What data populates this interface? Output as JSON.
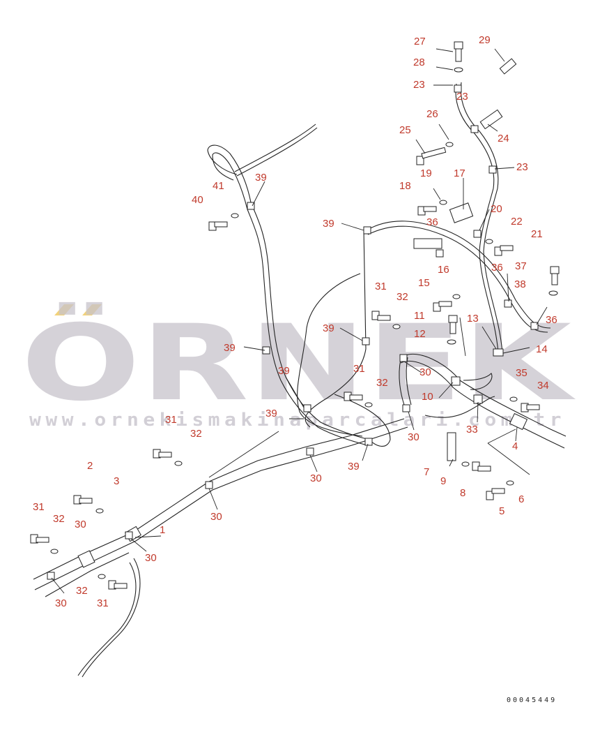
{
  "watermark": {
    "brand": "ÖRNEK",
    "url": "www.ornekismakinaparcalari.com.tr",
    "color": "#c8c4cc",
    "accent_color": "#f2d27a"
  },
  "drawing": {
    "callout_color": "#c0392b",
    "line_color": "#222222",
    "drawing_number": "00045449"
  },
  "callouts": [
    {
      "id": "c27",
      "text": "27"
    },
    {
      "id": "c29",
      "text": "29"
    },
    {
      "id": "c28",
      "text": "28"
    },
    {
      "id": "c23a",
      "text": "23"
    },
    {
      "id": "c23b",
      "text": "23"
    },
    {
      "id": "c26",
      "text": "26"
    },
    {
      "id": "c25",
      "text": "25"
    },
    {
      "id": "c24",
      "text": "24"
    },
    {
      "id": "c19",
      "text": "19"
    },
    {
      "id": "c17",
      "text": "17"
    },
    {
      "id": "c23c",
      "text": "23"
    },
    {
      "id": "c18",
      "text": "18"
    },
    {
      "id": "c40",
      "text": "40"
    },
    {
      "id": "c41",
      "text": "41"
    },
    {
      "id": "c39a",
      "text": "39"
    },
    {
      "id": "c20",
      "text": "20"
    },
    {
      "id": "c39b",
      "text": "39"
    },
    {
      "id": "c36a",
      "text": "36"
    },
    {
      "id": "c22",
      "text": "22"
    },
    {
      "id": "c21",
      "text": "21"
    },
    {
      "id": "c16",
      "text": "16"
    },
    {
      "id": "c37",
      "text": "37"
    },
    {
      "id": "c36b",
      "text": "36"
    },
    {
      "id": "c38",
      "text": "38"
    },
    {
      "id": "c15",
      "text": "15"
    },
    {
      "id": "c31a",
      "text": "31"
    },
    {
      "id": "c32a",
      "text": "32"
    },
    {
      "id": "c11",
      "text": "11"
    },
    {
      "id": "c13",
      "text": "13"
    },
    {
      "id": "c36c",
      "text": "36"
    },
    {
      "id": "c39c",
      "text": "39"
    },
    {
      "id": "c12",
      "text": "12"
    },
    {
      "id": "c39d",
      "text": "39"
    },
    {
      "id": "c14",
      "text": "14"
    },
    {
      "id": "c39e",
      "text": "39"
    },
    {
      "id": "c31b",
      "text": "31"
    },
    {
      "id": "c30a",
      "text": "30"
    },
    {
      "id": "c35",
      "text": "35"
    },
    {
      "id": "c32b",
      "text": "32"
    },
    {
      "id": "c10",
      "text": "10"
    },
    {
      "id": "c34",
      "text": "34"
    },
    {
      "id": "c39f",
      "text": "39"
    },
    {
      "id": "c30b",
      "text": "30"
    },
    {
      "id": "c33",
      "text": "33"
    },
    {
      "id": "c31c",
      "text": "31"
    },
    {
      "id": "c32c",
      "text": "32"
    },
    {
      "id": "c39g",
      "text": "39"
    },
    {
      "id": "c4",
      "text": "4"
    },
    {
      "id": "c30c",
      "text": "30"
    },
    {
      "id": "c2",
      "text": "2"
    },
    {
      "id": "c7",
      "text": "7"
    },
    {
      "id": "c3",
      "text": "3"
    },
    {
      "id": "c9",
      "text": "9"
    },
    {
      "id": "c30d",
      "text": "30"
    },
    {
      "id": "c8",
      "text": "8"
    },
    {
      "id": "c6",
      "text": "6"
    },
    {
      "id": "c5",
      "text": "5"
    },
    {
      "id": "c1",
      "text": "1"
    },
    {
      "id": "c31d",
      "text": "31"
    },
    {
      "id": "c32d",
      "text": "32"
    },
    {
      "id": "c30e",
      "text": "30"
    },
    {
      "id": "c30f",
      "text": "30"
    },
    {
      "id": "c32e",
      "text": "32"
    },
    {
      "id": "c31e",
      "text": "31"
    },
    {
      "id": "c30g",
      "text": "30"
    }
  ]
}
